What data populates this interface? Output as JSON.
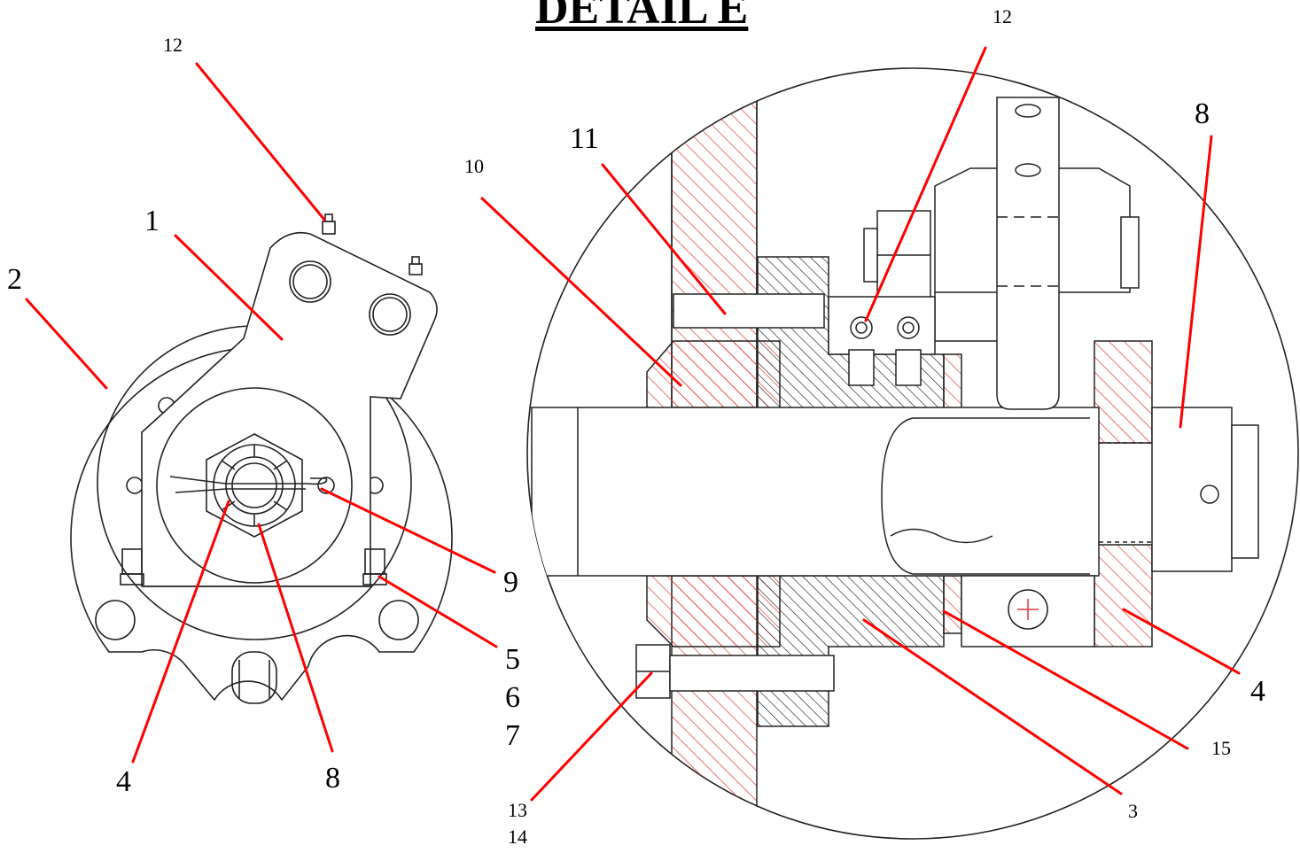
{
  "title": "DETAIL E",
  "colors": {
    "leader": "#ff0000",
    "hatch_red": "#e63a3a",
    "hatch_dark": "#222222",
    "line": "#111111"
  },
  "labels": {
    "l12a": "12",
    "l1": "1",
    "l2": "2",
    "l9": "9",
    "l5": "5",
    "l6": "6",
    "l7": "7",
    "l4a": "4",
    "l8a": "8",
    "l10": "10",
    "l11": "11",
    "l12b": "12",
    "l8b": "8",
    "l4b": "4",
    "l15": "15",
    "l3": "3",
    "l13": "13",
    "l14": "14"
  }
}
